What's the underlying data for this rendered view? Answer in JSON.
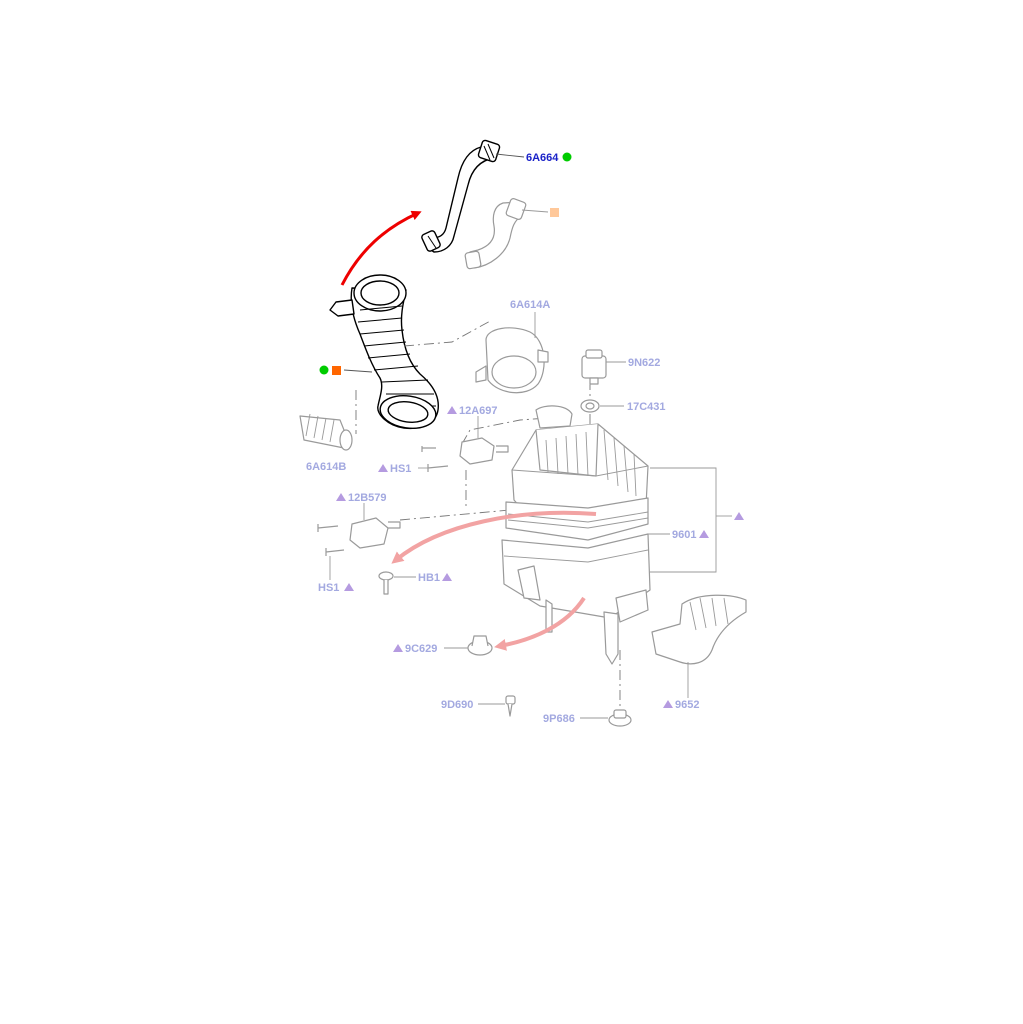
{
  "labels": {
    "hose_top": "6A664",
    "sensor": "6A614A",
    "valve": "9N622",
    "grommet": "17C431",
    "bracket_screw": "12A697",
    "hs1_upper": "HS1",
    "duct_left": "6A614B",
    "clip": "12B579",
    "hs1_lower": "HS1",
    "hb1": "HB1",
    "filter": "9601",
    "mount": "9C629",
    "pin": "9D690",
    "foot": "9P686",
    "resonator": "9652"
  },
  "colors": {
    "label_normal": "#a3a9e0",
    "label_active": "#1a22c8",
    "marker_green": "#00cc00",
    "marker_orange": "#ff6600",
    "marker_peach": "#ffc89a",
    "marker_purple": "#b59be0",
    "arrow_red": "#ee0000",
    "arrow_pink": "#f2a3a3"
  },
  "icons": {
    "status_dot": "green-dot-icon",
    "square": "square-marker-icon",
    "triangle": "triangle-marker-icon"
  }
}
